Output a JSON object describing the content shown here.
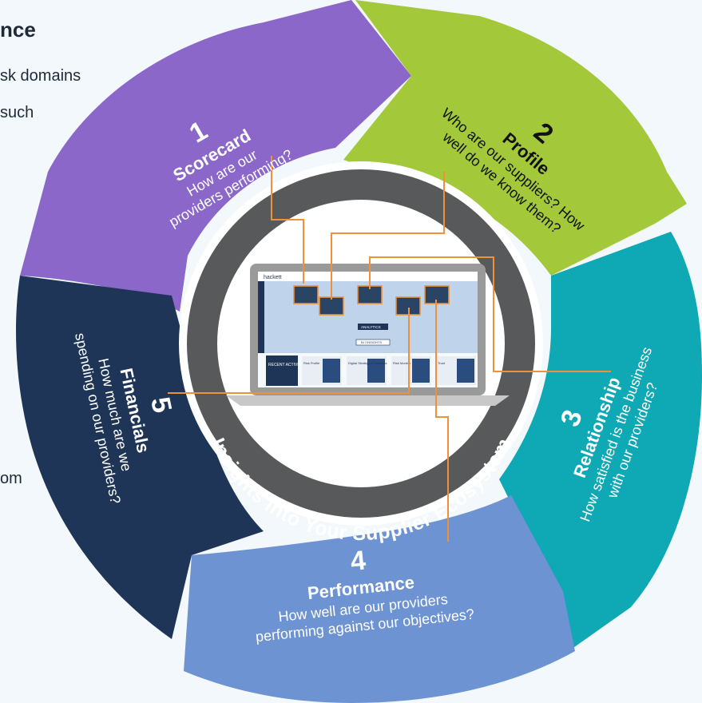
{
  "background_text": {
    "title_fragment": "nce",
    "line1_fragment": "sk domains",
    "line2_fragment": "such",
    "line3_fragment": "om"
  },
  "center": {
    "ring_caption": "Insights into Your Supplier Ecosystem",
    "laptop": {
      "top_logo": "hackett",
      "button_analytics": "ANALYTICS",
      "button_bi": "BI / INSIGHTS",
      "recent_activity_label": "RECENT ACTIVITY",
      "card_labels": [
        "Risk Profile",
        "Digital Strategy & Solutions",
        "Risk Monitor",
        "Trust"
      ]
    }
  },
  "segments": [
    {
      "number": "1",
      "title": "Scorecard",
      "question_lines": [
        "How are our",
        "providers performing?"
      ],
      "color": "#8a67c9"
    },
    {
      "number": "2",
      "title": "Profile",
      "question_lines": [
        "Who are our suppliers? How",
        "well do we know them?"
      ],
      "color": "#a3c93a"
    },
    {
      "number": "3",
      "title": "Relationship",
      "question_lines": [
        "How satisfied is the business",
        "with our providers?"
      ],
      "color": "#0fa8b5"
    },
    {
      "number": "4",
      "title": "Performance",
      "question_lines": [
        "How well are our providers",
        "performing against our objectives?"
      ],
      "color": "#6d93d2"
    },
    {
      "number": "5",
      "title": "Financials",
      "question_lines": [
        "How much are we",
        "spending on our providers?"
      ],
      "color": "#1e3557"
    }
  ],
  "colors": {
    "connector_orange": "#f0913a",
    "ring_dark": "#58595b",
    "laptop_screen": "#bfd3ea"
  }
}
